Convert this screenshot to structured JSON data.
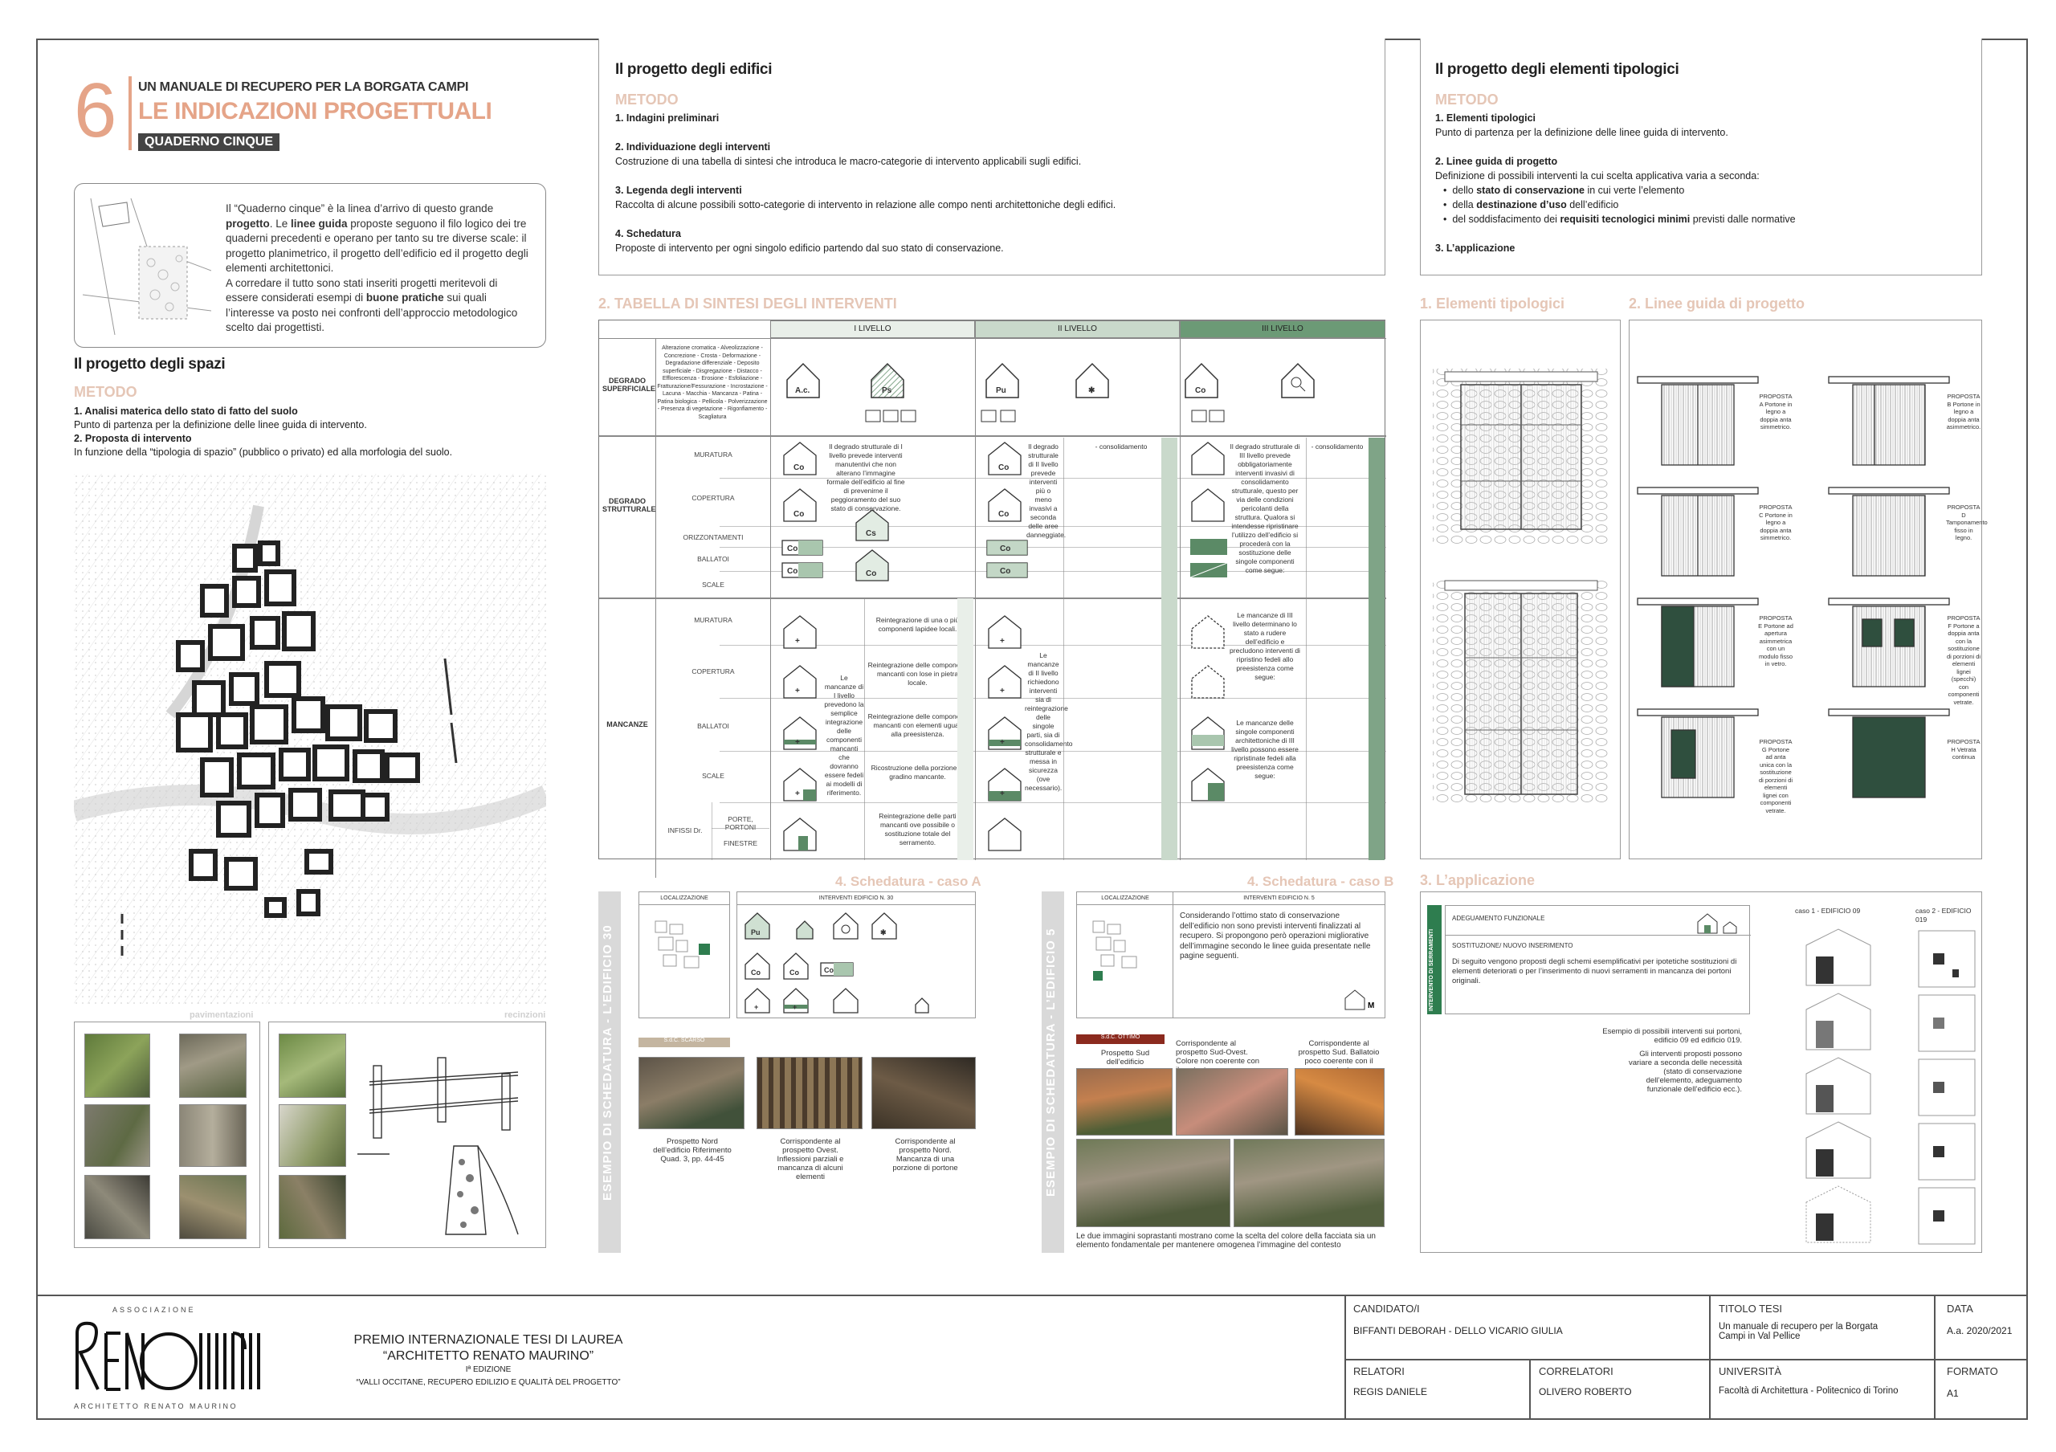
{
  "header": {
    "chapter_number": "6",
    "series": "UN MANUALE DI RECUPERO PER LA BORGATA CAMPI",
    "title": "LE INDICAZIONI PROGETTUALI",
    "badge": "QUADERNO CINQUE"
  },
  "intro": {
    "text_1": "Il “Quaderno cinque” è la linea d’arrivo di questo grande ",
    "text_bold_1": "progetto",
    "text_2": ". Le ",
    "text_bold_2": "linee guida",
    "text_3": " proposte seguono il filo logico dei tre quaderni precedenti e operano per tanto su tre diverse scale: il progetto planimetrico, il progetto dell’edificio ed il progetto degli elementi architettonici.",
    "text_4": "A corredare il tutto sono stati inseriti progetti meritevoli di essere considerati esempi di ",
    "text_bold_3": "buone pratiche",
    "text_5": " sui quali l’interesse va posto nei confronti dell’approccio metodologico scelto dai progettisti."
  },
  "spaces": {
    "title": "Il progetto degli spazi",
    "metodo": "METODO",
    "step1": "1. Analisi materica dello stato di fatto del suolo",
    "step1_text": "Punto di partenza per la definizione delle linee guida di intervento.",
    "step2": "2. Proposta di intervento",
    "step2_text": "In funzione della “tipologia di spazio” (pubblico o privato) ed alla morfologia del suolo.",
    "label_pav": "pavimentazioni",
    "label_rec": "recinzioni"
  },
  "buildings": {
    "title": "Il progetto degli edifici",
    "metodo": "METODO",
    "s1": "1. Indagini preliminari",
    "s2": "2. Individuazione degli interventi",
    "s2_text": "Costruzione di una tabella di sintesi che introduca le macro-categorie di intervento applicabili sugli edifici.",
    "s3": "3. Legenda degli interventi",
    "s3_text": "Raccolta di alcune possibili sotto-categorie di intervento in relazione alle compo nenti architettoniche degli edifici.",
    "s4": "4. Schedatura",
    "s4_text": "Proposte di intervento per ogni singolo edificio partendo dal suo stato di conservazione."
  },
  "table": {
    "title": "2. TABELLA DI SINTESI DEGLI INTERVENTI",
    "levels": [
      "I LIVELLO",
      "II LIVELLO",
      "III LIVELLO"
    ],
    "row1": "DEGRADO SUPERFICIALE",
    "row2": "DEGRADO STRUTTURALE",
    "row3": "MANCANZE",
    "sub2": [
      "MURATURA",
      "COPERTURA",
      "ORIZZONTAMENTI",
      "BALLATOI",
      "SCALE"
    ],
    "sub3": [
      "MURATURA",
      "COPERTURA",
      "BALLATOI",
      "SCALE"
    ],
    "infissi": "INFISSI Dr.",
    "infissi_sub": [
      "PORTE, PORTONI",
      "FINESTRE"
    ],
    "icons_top": [
      "A.c.",
      "Ps",
      "Pu",
      "Co"
    ],
    "icon_co": "Co",
    "icon_cs": "Cs",
    "sup_text": "Alterazione cromatica - Alveolizzazione - Concrezione - Crosta - Deformazione - Degradazione differenziale - Deposito superficiale - Disgregazione - Distacco - Efflorescenza - Erosione - Esfoliazione - Fratturazione/Fessurazione - Incrostazione - Lacuna - Macchia - Mancanza - Patina - Patina biologica - Pellicola - Polverizzazione - Presenza di vegetazione - Rigonfiamento - Scagliatura",
    "txt_l1_str": "Il degrado strutturale di I livello prevede interventi manutentivi che non alterano l’immagine formale dell’edificio al fine di prevenirne il peggioramento del suo stato di conservazione.",
    "txt_l2_str": "Il degrado strutturale di II livello prevede interventi più o meno invasivi a seconda delle aree danneggiate.",
    "txt_l3_str": "Il degrado strutturale di III livello prevede obbligatoriamente interventi invasivi di consolidamento strutturale, questo per via delle condizioni pericolanti della struttura. Qualora si intendesse ripristinare l’utilizzo dell’edificio si procederà con la sostituzione delle singole componenti come segue:",
    "txt_l1_manc": "Le mancanze di I livello prevedono la semplice integrazione delle componenti mancanti che dovranno essere fedeli ai modelli di riferimento.",
    "txt_l2_manc": "Le mancanze di II livello richiedono interventi sia di reintegrazione delle singole parti, sia di consolidamento strutturale e messa in sicurezza (ove necessario).",
    "txt_l3_manc": "Le mancanze di III livello determinano lo stato a rudere dell’edificio e precludono interventi di ripristino fedeli allo preesistenza come segue:",
    "txt_l3_manc2": "Le mancanze delle singole componenti architettoniche di III livello possono essere ripristinate fedeli alla preesistenza come segue:",
    "cons": "- consolidamento",
    "reint1": "Reintegrazione di una o più componenti lapidee locali.",
    "reint2": "Reintegrazione delle componenti mancanti con lose in pietra locale.",
    "reint3": "Reintegrazione delle componenti mancanti con elementi uguali alla preesistenza.",
    "reint4": "Ricostruzione della porzione di gradino mancante.",
    "reint5": "Reintegrazione delle parti mancanti ove possibile o sostituzione totale del serramento."
  },
  "schedatura": {
    "title_a": "4. Schedatura - caso A",
    "title_b": "4. Schedatura - caso B",
    "side_a": "ESEMPIO DI SCHEDATURA - L’EDIFICIO 30",
    "side_b": "ESEMPIO DI SCHEDATURA - L’EDIFICIO 5",
    "loc": "LOCALIZZAZIONE",
    "int_a": "INTERVENTI EDIFICIO N. 30",
    "int_b": "INTERVENTI EDIFICIO N. 5",
    "sdc_a": "S.d.C. SCARSO",
    "sdc_b": "S.d.C. OTTIMO",
    "b_text": "Considerando l’ottimo stato di conservazione dell’edificio non sono previsti interventi finalizzati al recupero. Si propongono però operazioni migliorative dell’immagine secondo le linee guida presentate nelle pagine seguenti.",
    "a_cap1": "Prospetto Nord dell’edificio Riferimento Quad. 3, pp. 44-45",
    "a_cap2": "Corrispondente al prospetto Ovest. Inflessioni parziali e mancanza di alcuni elementi",
    "a_cap3": "Corrispondente al prospetto Nord. Mancanza di una porzione di portone",
    "b_cap1": "Prospetto Sud dell’edificio",
    "b_cap2": "Corrispondente al prospetto Sud-Ovest. Colore non coerente con il contesto",
    "b_cap3": "Corrispondente al prospetto Sud. Ballatoio poco coerente con il contesto",
    "b_note": "Le due immagini soprastanti mostrano come la scelta del colore della facciata sia un elemento fondamentale per mantenere omogenea l’immagine del contesto",
    "icon_m": "M"
  },
  "elements": {
    "title": "Il progetto degli elementi tipologici",
    "metodo": "METODO",
    "s1": "1. Elementi tipologici",
    "s1_text": "Punto di partenza per la definizione delle linee guida di intervento.",
    "s2": "2. Linee guida di progetto",
    "s2_text": "Definizione di possibili interventi la cui scelta applicativa varia a seconda:",
    "b1_pre": "dello ",
    "b1_bold": "stato di conservazione",
    "b1_post": " in cui verte l’elemento",
    "b2_pre": "della ",
    "b2_bold": "destinazione d’uso",
    "b2_post": " dell’edificio",
    "b3_pre": "del soddisfacimento dei ",
    "b3_bold": "requisiti tecnologici minimi",
    "b3_post": " previsti dalle normative",
    "s3": "3. L’applicazione",
    "sec1": "1. Elementi tipologici",
    "sec2": "2. Linee guida di progetto",
    "sec3": "3. L’applicazione",
    "proposals": [
      "PROPOSTA A Portone in legno a doppia anta simmetrico.",
      "PROPOSTA B Portone in legno a doppia anta asimmetrico.",
      "PROPOSTA C Portone in legno a doppia anta simmetrico.",
      "PROPOSTA D Tamponamento fisso in legno.",
      "PROPOSTA E Portone ad apertura asimmetrica con un modulo fisso in vetro.",
      "PROPOSTA F Portone a doppia anta con la sostituzione di porzioni di elementi lignei (specchi) con componenti vetrate.",
      "PROPOSTA G Portone ad anta unica con la sostituzione di porzioni di elementi lignei con componenti vetrate.",
      "PROPOSTA H Vetrata continua"
    ],
    "app_side": "INTERVENTO DI SERRAMENTI",
    "app_h1": "ADEGUAMENTO FUNZIONALE",
    "app_h2": "SOSTITUZIONE/ NUOVO INSERIMENTO",
    "app_text": "Di seguito vengono proposti degli schemi esemplificativi per ipotetiche sostituzioni di elementi deteriorati o per l’inserimento di nuovi serramenti in mancanza dei portoni originali.",
    "app_ex_title": "Esempio di possibili interventi sui portoni, edificio 09 ed edificio 019.",
    "app_ex_text": "Gli interventi proposti possono variare a seconda delle necessità (stato di conservazione dell’elemento, adeguamento funzionale dell’edificio ecc.).",
    "caso1": "caso 1 - EDIFICIO 09",
    "caso2": "caso 2 - EDIFICIO 019"
  },
  "footer": {
    "assoc": "ASSOCIAZIONE",
    "logo_sub": "ARCHITETTO RENATO MAURINO",
    "prize1": "PREMIO INTERNAZIONALE  TESI DI LAUREA",
    "prize2": "“ARCHITETTO RENATO MAURINO”",
    "edition": "Iª EDIZIONE",
    "theme": "“VALLI OCCITANE,  RECUPERO EDILIZIO E QUALITÀ DEL PROGETTO”",
    "candidati_lbl": "CANDIDATO/I",
    "candidati": "BIFFANTI DEBORAH - DELLO VICARIO GIULIA",
    "relatori_lbl": "RELATORI",
    "relatori": "REGIS DANIELE",
    "correlatori_lbl": "CORRELATORI",
    "correlatori": "OLIVERO ROBERTO",
    "titolo_lbl": "TITOLO TESI",
    "titolo": "Un manuale di recupero per la Borgata Campi in Val Pellice",
    "universita_lbl": "UNIVERSITÀ",
    "universita": "Facoltà di Architettura - Politecnico di Torino",
    "data_lbl": "DATA",
    "data": "A.a. 2020/2021",
    "formato_lbl": "FORMATO",
    "formato": "A1"
  },
  "colors": {
    "accent_orange": "#e5a488",
    "green_dark": "#5b8a66",
    "green_mid": "#a9c6ae",
    "green_light": "#e2ece3"
  }
}
